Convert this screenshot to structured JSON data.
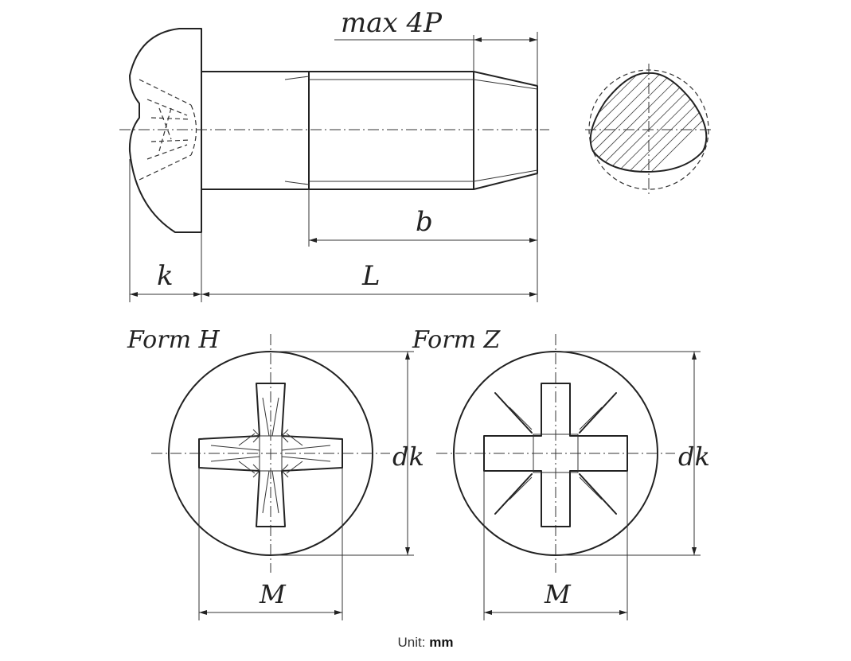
{
  "labels": {
    "max_pitch": "max 4P",
    "thread_length": "b",
    "head_height": "k",
    "length": "L",
    "form_h": "Form H",
    "form_z": "Form Z",
    "head_diameter_h": "dk",
    "head_diameter_z": "dk",
    "recess_size_h": "M",
    "recess_size_z": "M"
  },
  "footer": {
    "unit_label": "Unit:",
    "unit_value": "mm"
  }
}
